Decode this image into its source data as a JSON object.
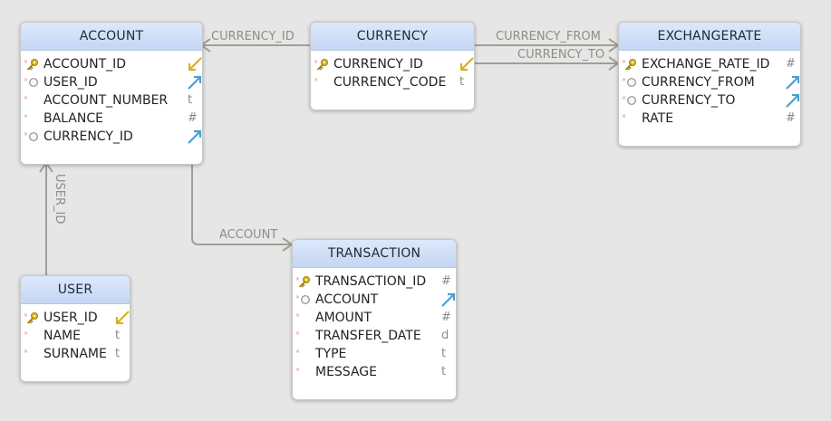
{
  "colors": {
    "background": "#e6e6e6",
    "header_top": "#dde8fb",
    "header_bottom": "#c5d6f3",
    "link_line": "#a19f95",
    "link_label": "#8f8d84",
    "primary_key_icon": "#d8b21e",
    "foreign_key_icon": "#4a9fd2",
    "not_null_marker": "#e07a7a"
  },
  "entities": {
    "account": {
      "title": "ACCOUNT",
      "fields": [
        {
          "name": "ACCOUNT_ID",
          "icon": "primary-key",
          "type_icon": "pk-arrow"
        },
        {
          "name": "USER_ID",
          "icon": "foreign-key",
          "type_icon": "fk-arrow"
        },
        {
          "name": "ACCOUNT_NUMBER",
          "icon": "not-null",
          "type_icon": "text",
          "type": "t"
        },
        {
          "name": "BALANCE",
          "icon": "not-null",
          "type_icon": "number",
          "type": "#"
        },
        {
          "name": "CURRENCY_ID",
          "icon": "foreign-key",
          "type_icon": "fk-arrow"
        }
      ]
    },
    "currency": {
      "title": "CURRENCY",
      "fields": [
        {
          "name": "CURRENCY_ID",
          "icon": "primary-key",
          "type_icon": "pk-arrow"
        },
        {
          "name": "CURRENCY_CODE",
          "icon": "not-null",
          "type_icon": "text",
          "type": "t"
        }
      ]
    },
    "exchangerate": {
      "title": "EXCHANGERATE",
      "fields": [
        {
          "name": "EXCHANGE_RATE_ID",
          "icon": "primary-key",
          "type_icon": "number",
          "type": "#"
        },
        {
          "name": "CURRENCY_FROM",
          "icon": "foreign-key",
          "type_icon": "fk-arrow"
        },
        {
          "name": "CURRENCY_TO",
          "icon": "foreign-key",
          "type_icon": "fk-arrow"
        },
        {
          "name": "RATE",
          "icon": "not-null",
          "type_icon": "number",
          "type": "#"
        }
      ]
    },
    "transaction": {
      "title": "TRANSACTION",
      "fields": [
        {
          "name": "TRANSACTION_ID",
          "icon": "primary-key",
          "type_icon": "number",
          "type": "#"
        },
        {
          "name": "ACCOUNT",
          "icon": "foreign-key",
          "type_icon": "fk-arrow"
        },
        {
          "name": "AMOUNT",
          "icon": "not-null",
          "type_icon": "number",
          "type": "#"
        },
        {
          "name": "TRANSFER_DATE",
          "icon": "not-null",
          "type_icon": "date",
          "type": "d"
        },
        {
          "name": "TYPE",
          "icon": "not-null",
          "type_icon": "text",
          "type": "t"
        },
        {
          "name": "MESSAGE",
          "icon": "not-null",
          "type_icon": "text",
          "type": "t"
        }
      ]
    },
    "user": {
      "title": "USER",
      "fields": [
        {
          "name": "USER_ID",
          "icon": "primary-key",
          "type_icon": "pk-arrow"
        },
        {
          "name": "NAME",
          "icon": "not-null",
          "type_icon": "text",
          "type": "t"
        },
        {
          "name": "SURNAME",
          "icon": "not-null",
          "type_icon": "text",
          "type": "t"
        }
      ]
    }
  },
  "relationships": {
    "account_currency": {
      "label": "CURRENCY_ID"
    },
    "exchange_from": {
      "label": "CURRENCY_FROM"
    },
    "exchange_to": {
      "label": "CURRENCY_TO"
    },
    "account_user": {
      "label": "USER_ID"
    },
    "transaction_account": {
      "label": "ACCOUNT"
    }
  }
}
